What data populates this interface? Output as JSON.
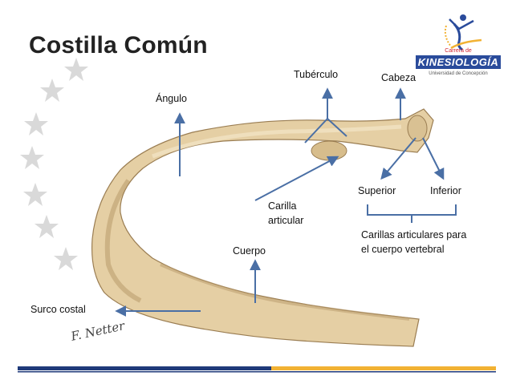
{
  "title": "Costilla Común",
  "logo": {
    "line1": "Carrera de",
    "brand": "KINESIOLOGÍA",
    "line2": "Universidad de Concepción"
  },
  "signature": "F. Netter",
  "labels": {
    "angulo": "Ángulo",
    "tuberculo": "Tubérculo",
    "cabeza": "Cabeza",
    "superior": "Superior",
    "inferior": "Inferior",
    "carilla_l1": "Carilla",
    "carilla_l2": "articular",
    "carillas_l1": "Carillas articulares para",
    "carillas_l2": "el cuerpo vertebral",
    "cuerpo": "Cuerpo",
    "surco": "Surco costal"
  },
  "colors": {
    "arrow": "#4a6fa5",
    "bone_fill": "#e5cfa4",
    "bone_shadow": "#b89a6a",
    "footer_navy": "#1f3a7a",
    "footer_gold": "#f2b233",
    "star": "#d8d8d8"
  }
}
